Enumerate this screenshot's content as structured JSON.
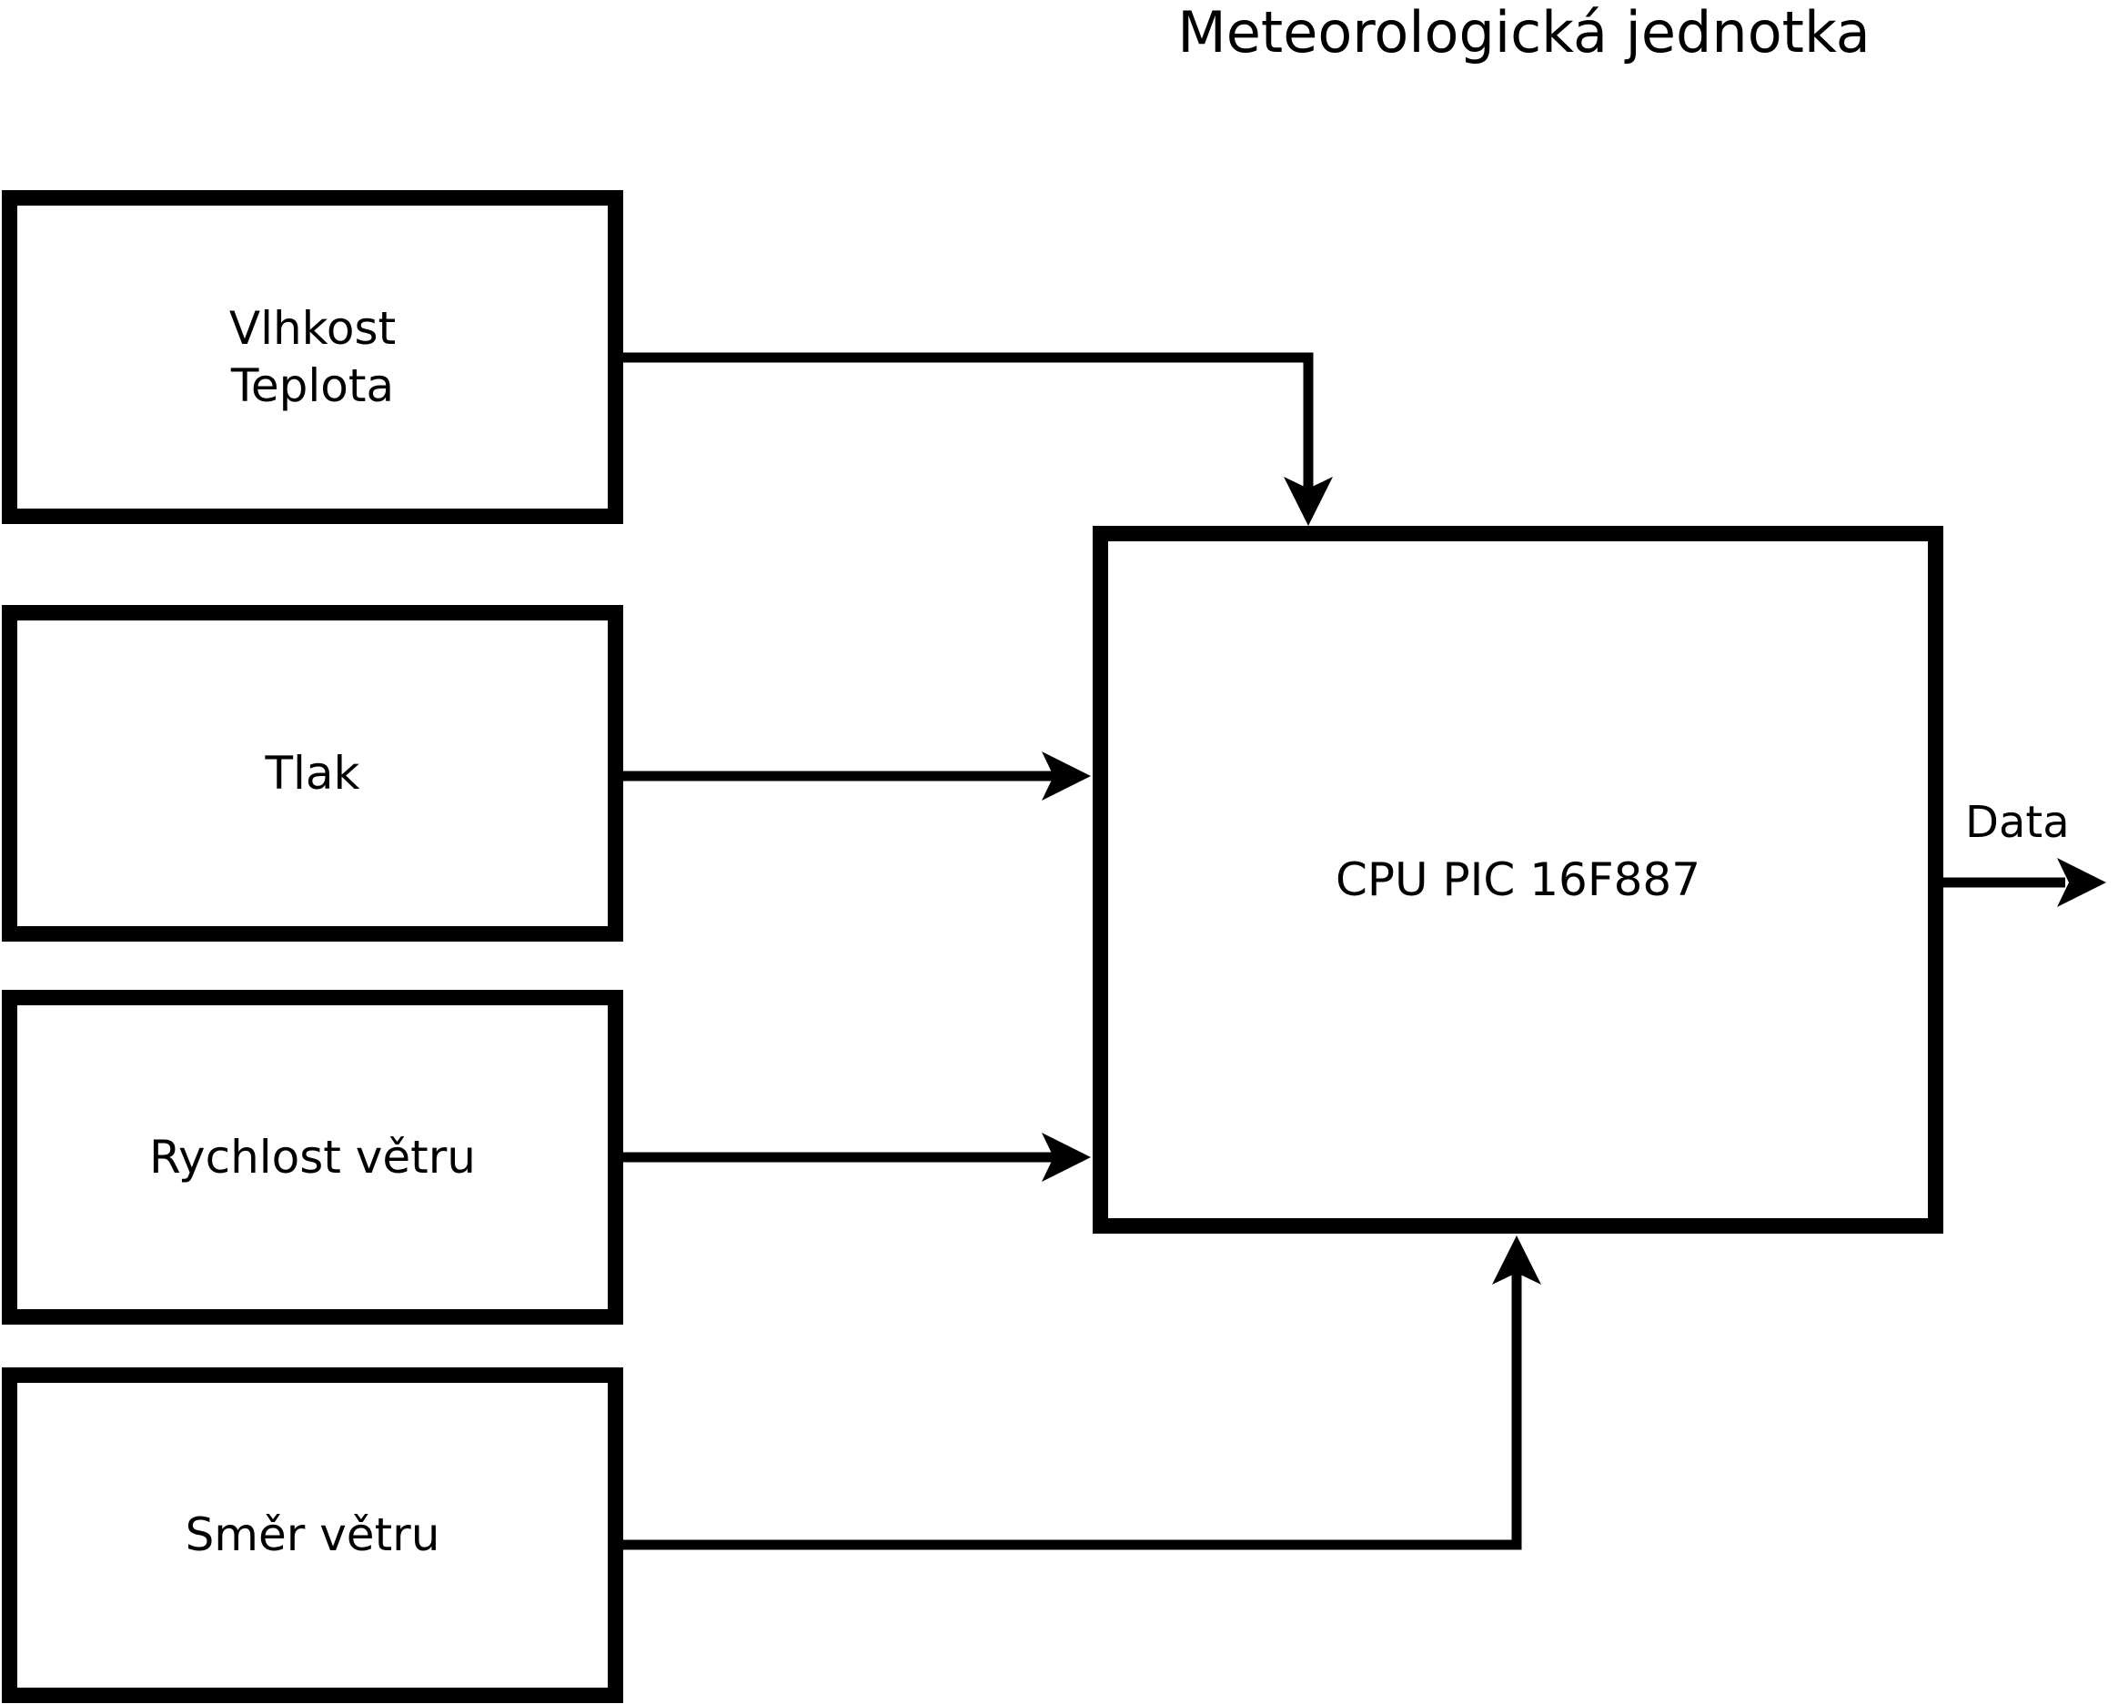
{
  "page": {
    "title": "Meteorologická jednotka",
    "background_color": "#ffffff",
    "line_color": "#000000"
  },
  "sensors": [
    {
      "label": "Vlhkost\nTeplota"
    },
    {
      "label": "Tlak"
    },
    {
      "label": "Rychlost větru"
    },
    {
      "label": "Směr větru"
    }
  ],
  "cpu": {
    "label": "CPU PIC 16F887"
  },
  "output": {
    "label": "Data"
  }
}
